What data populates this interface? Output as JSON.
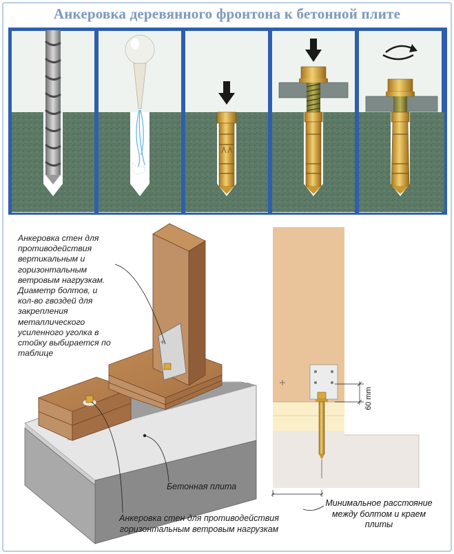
{
  "title": "Анкеровка деревянного фронтона к бетонной плите",
  "callouts": {
    "main_line1": "Анкеровка стен для",
    "main_line2": "противодействия",
    "main_line3": "вертикальным и",
    "main_line4": "горизонтальным",
    "main_line5": "ветровым нагрузкам.",
    "main_line6": "Диаметр болтов, и",
    "main_line7": "кол-во гвоздей для",
    "main_line8": "закрепления",
    "main_line9": "металлического",
    "main_line10": "усиленного уголка в",
    "main_line11": "стойку выбирается по",
    "main_line12": "таблице",
    "slab": "Бетонная плита",
    "anchor_line1": "Анкеровка стен для противодействия",
    "anchor_line2": "горизонтальным ветровым нагрузкам",
    "dist_line1": "Минимальное расстояние",
    "dist_line2": "между болтом и краем",
    "dist_line3": "плиты",
    "dimension": "60 mm"
  },
  "colors": {
    "strip_border": "#2e5fae",
    "title": "#7f9bbf",
    "concrete_green": "#5c7a66",
    "brass": "#d9a940",
    "wood": "#b07a4f",
    "slab": "#9a9a9a",
    "side_wood": "#ecc9a2",
    "side_slab": "#ece8e4"
  },
  "icons": [
    "drill-bit-icon",
    "air-blower-icon",
    "anchor-sleeve-icon",
    "anchor-bolt-icon",
    "rotate-arrow-icon",
    "down-arrow-icon"
  ]
}
